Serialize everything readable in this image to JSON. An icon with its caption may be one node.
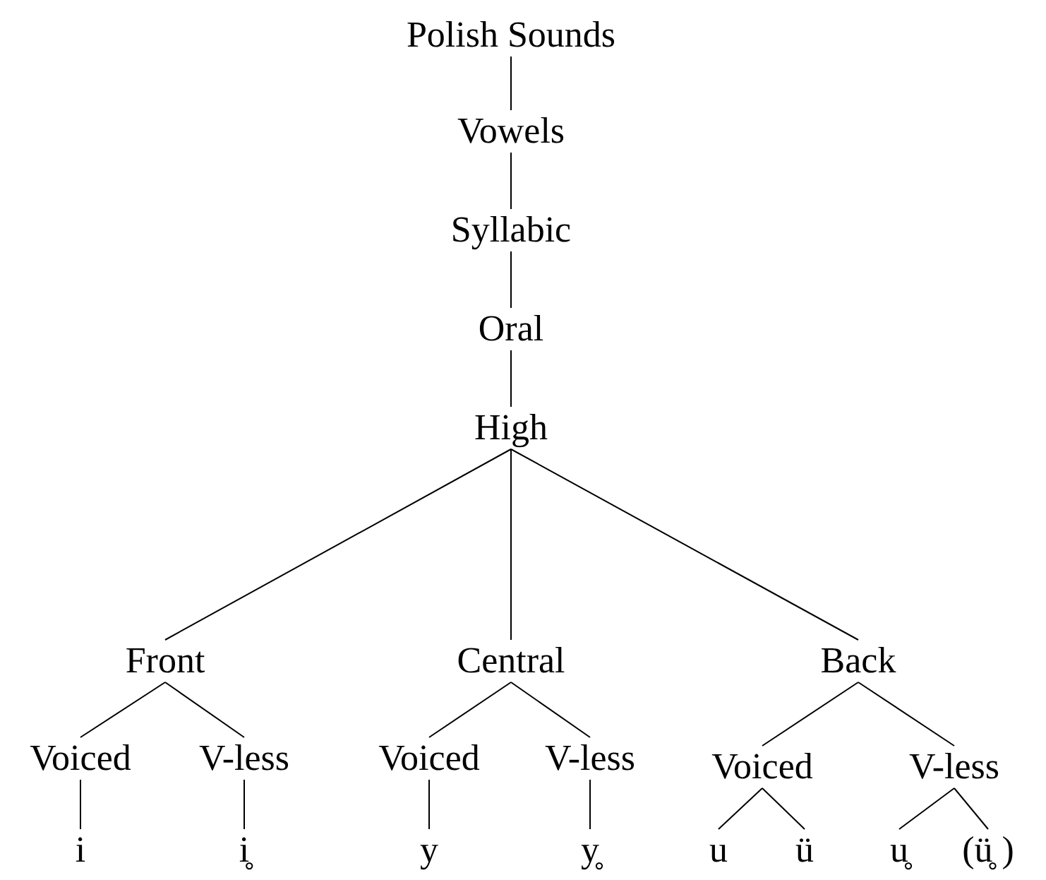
{
  "diagram": {
    "nodes": [
      {
        "text": [
          "Polish Sounds"
        ]
      },
      {
        "text": [
          "Vowels"
        ]
      },
      {
        "text": [
          "Syllabic"
        ]
      },
      {
        "text": [
          "Oral"
        ]
      },
      {
        "text": [
          "High"
        ]
      },
      {
        "text": [
          "Front"
        ]
      },
      {
        "text": [
          "Central"
        ]
      },
      {
        "text": [
          "Back"
        ]
      },
      {
        "text": [
          "Voiced"
        ]
      },
      {
        "text": [
          "V-less"
        ]
      },
      {
        "text": [
          "Voiced"
        ]
      },
      {
        "text": [
          "V-less"
        ]
      },
      {
        "text": [
          "Voiced"
        ]
      },
      {
        "text": [
          "V-less"
        ]
      },
      {
        "text": [
          "i"
        ]
      },
      {
        "text": [
          "i̥"
        ]
      },
      {
        "text": [
          "y"
        ]
      },
      {
        "text": [
          "y̥"
        ]
      },
      {
        "text": [
          "u"
        ]
      },
      {
        "text": [
          "ü"
        ]
      },
      {
        "text": [
          "u̥"
        ]
      },
      {
        "text": [
          "(ü̥ )"
        ]
      }
    ],
    "edges": [
      {
        "from": 0,
        "to": 1,
        "arrow": "none"
      },
      {
        "from": 1,
        "to": 2,
        "arrow": "none"
      },
      {
        "from": 2,
        "to": 3,
        "arrow": "none"
      },
      {
        "from": 3,
        "to": 4,
        "arrow": "none"
      },
      {
        "from": 4,
        "to": 5,
        "arrow": "none"
      },
      {
        "from": 4,
        "to": 6,
        "arrow": "none"
      },
      {
        "from": 4,
        "to": 7,
        "arrow": "none"
      },
      {
        "from": 5,
        "to": 8,
        "arrow": "none"
      },
      {
        "from": 5,
        "to": 9,
        "arrow": "none"
      },
      {
        "from": 6,
        "to": 10,
        "arrow": "none"
      },
      {
        "from": 6,
        "to": 11,
        "arrow": "none"
      },
      {
        "from": 7,
        "to": 12,
        "arrow": "none"
      },
      {
        "from": 7,
        "to": 13,
        "arrow": "none"
      },
      {
        "from": 8,
        "to": 14,
        "arrow": "none"
      },
      {
        "from": 9,
        "to": 15,
        "arrow": "none"
      },
      {
        "from": 10,
        "to": 16,
        "arrow": "none"
      },
      {
        "from": 11,
        "to": 17,
        "arrow": "none"
      },
      {
        "from": 12,
        "to": 18,
        "arrow": "none"
      },
      {
        "from": 12,
        "to": 19,
        "arrow": "none"
      },
      {
        "from": 13,
        "to": 20,
        "arrow": "none"
      },
      {
        "from": 13,
        "to": 21,
        "arrow": "none"
      }
    ]
  }
}
